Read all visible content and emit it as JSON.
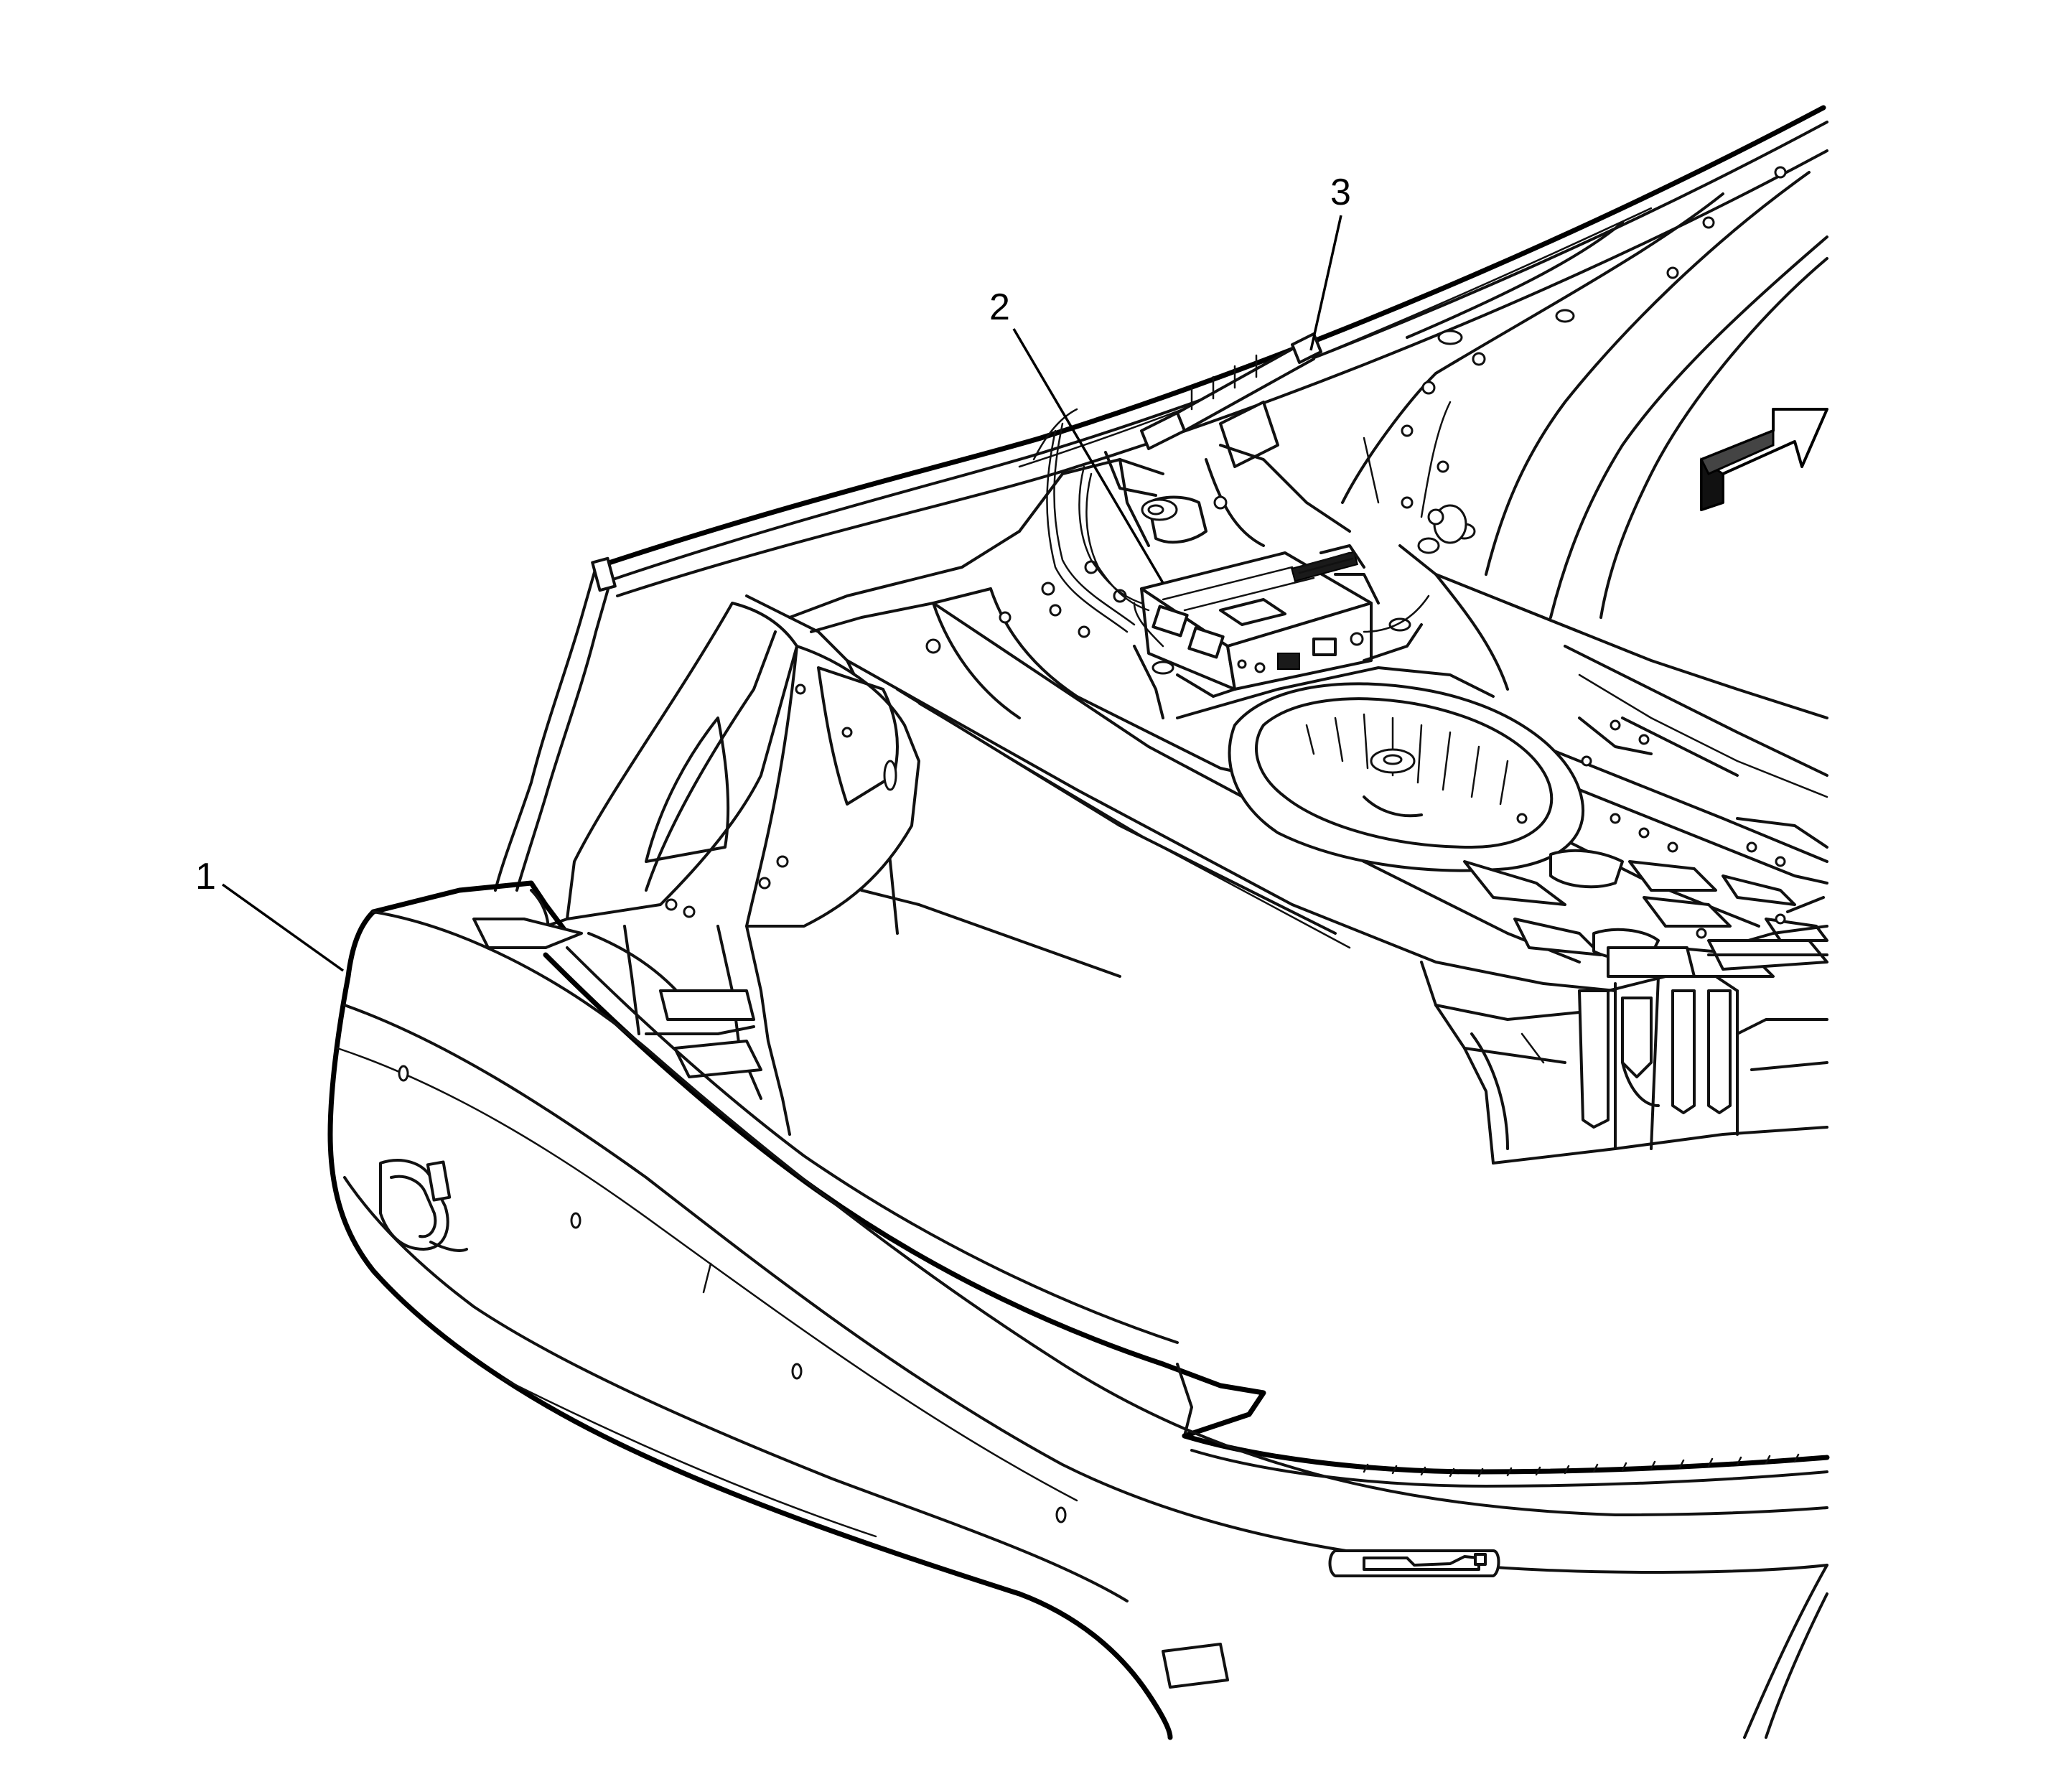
{
  "callouts": [
    {
      "id": "1",
      "label": "1"
    },
    {
      "id": "2",
      "label": "2"
    },
    {
      "id": "3",
      "label": "3"
    }
  ],
  "icons": {
    "direction_arrow": "front-direction-arrow-icon"
  },
  "colors": {
    "line": "#111111",
    "background": "#ffffff"
  }
}
